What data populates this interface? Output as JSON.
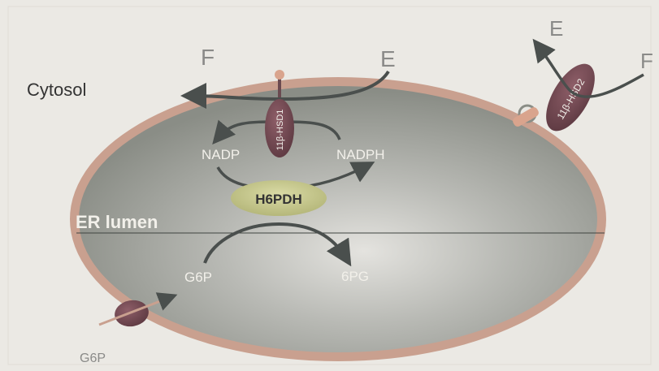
{
  "diagram": {
    "compartments": {
      "cytosol": "Cytosol",
      "er_lumen": "ER lumen"
    },
    "enzymes": {
      "hsd1": "11β-HSD1",
      "hsd2": "11β-HSD2",
      "h6pdh": "H6PDH"
    },
    "metabolites": {
      "f_left": "F",
      "e_center": "E",
      "e_right": "E",
      "f_right": "F",
      "nadp": "NADP",
      "nadph": "NADPH",
      "g6p_lumen": "G6P",
      "pg6": "6PG",
      "g6p_cytosol": "G6P"
    },
    "colors": {
      "background": "#ebe9e4",
      "er_fill": "#93968f",
      "er_rim": "#c79a86",
      "enzyme": "#7a4a55",
      "h6pdh": "#c7c98d",
      "arrow": "#4a4f4d",
      "label_light": "#f2f0ea",
      "label_dark": "#333333"
    }
  }
}
